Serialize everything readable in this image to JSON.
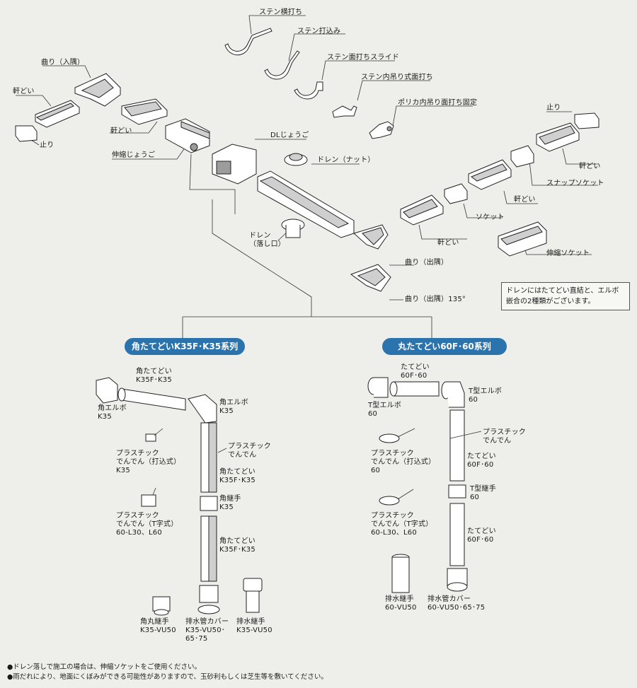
{
  "labels": {
    "sten_yoko": "ステン横打ち",
    "sten_uchikomi": "ステン打込み",
    "sten_men_slide": "ステン面打ちスライド",
    "sten_uchitsuri": "ステン内吊り式面打ち",
    "polyca_uchitsuri": "ポリカ内吊り面打ち固定",
    "magari_irisumi": "曲り（入隅）",
    "noki_l1": "軒どい",
    "tomari_l": "止り",
    "noki_l2": "軒どい",
    "shinshuku_jougo": "伸縮じょうご",
    "dl_jougo": "DLじょうご",
    "drain_nut": "ドレン（ナット）",
    "drain_otoshi": "ドレン\n（落し口）",
    "magari_desumi": "曲り（出隅）",
    "magari_desumi135": "曲り（出隅）135°",
    "noki_c": "軒どい",
    "socket": "ソケット",
    "noki_r1": "軒どい",
    "snap_socket": "スナップソケット",
    "noki_r2": "軒どい",
    "tomari_r": "止り",
    "shinshuku_socket": "伸縮ソケット",
    "kaku_tatedoi_top": "角たてどい\nK35F･K35",
    "kaku_elbow_l": "角エルボ\nK35",
    "kaku_elbow_r": "角エルボ\nK35",
    "plastic_denden_k": "プラスチック\nでんでん",
    "kaku_tatedoi_1": "角たてどい\nK35F･K35",
    "kaku_tsugite": "角継手\nK35",
    "kaku_tatedoi_2": "角たてどい\nK35F･K35",
    "plastic_uchikomi_k": "プラスチック\nでんでん（打込式）\nK35",
    "plastic_tji_k": "プラスチック\nでんでん（T字式）\n60-L30、L60",
    "kakumaru_tsugite": "角丸継手\nK35-VU50",
    "haisui_cover_k": "排水管カバー\nK35-VU50･\n65･75",
    "haisui_tsugite_k": "排水継手\nK35-VU50",
    "tatedoi_top_r": "たてどい\n60F･60",
    "t_elbow_l": "T型エルボ\n60",
    "t_elbow_r": "T型エルボ\n60",
    "plastic_denden_r": "プラスチック\nでんでん",
    "plastic_uchikomi_r": "プラスチック\nでんでん（打込式）\n60",
    "tatedoi_r1": "たてどい\n60F･60",
    "t_tsugite": "T型継手\n60",
    "tatedoi_r2": "たてどい\n60F･60",
    "plastic_tji_r": "プラスチック\nでんでん（T字式）\n60-L30、L60",
    "haisui_tsugite_r": "排水継手\n60-VU50",
    "haisui_cover_r": "排水管カバー\n60-VU50･65･75"
  },
  "note": "ドレンにはたてどい直結と、エルボ\n嵌合の2種類がございます。",
  "series": {
    "kaku": "角たてどいK35F･K35系列",
    "maru": "丸たてどい60F･60系列"
  },
  "footnotes": [
    "●ドレン落しで施工の場合は、伸縮ソケットをご使用ください。",
    "●雨だれにより、地面にくぼみができる可能性がありますので、玉砂利もしくは芝生等を敷いてください。"
  ],
  "colors": {
    "badge": "#2a73ad",
    "background": "#eeefea"
  }
}
